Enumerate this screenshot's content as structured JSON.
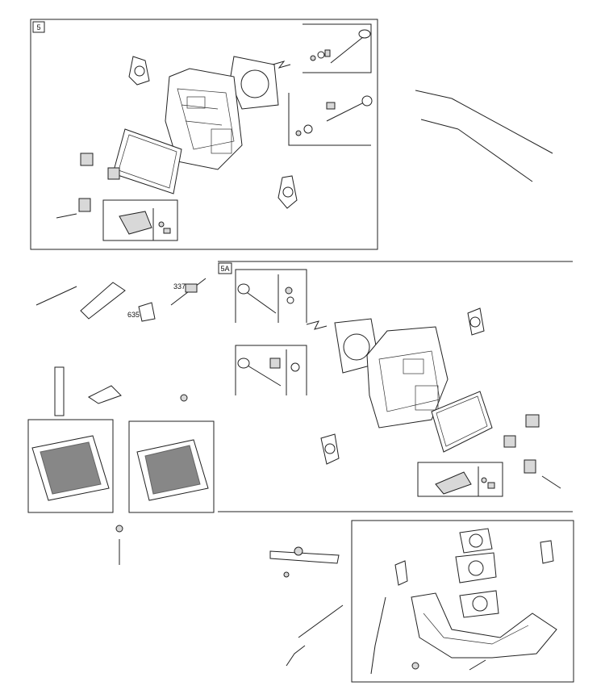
{
  "diagram": {
    "section_labels": {
      "sec5": "5",
      "sec5a": "5A"
    },
    "callouts": {
      "spark_plug": "337",
      "spark_plug_boot": "635"
    }
  }
}
